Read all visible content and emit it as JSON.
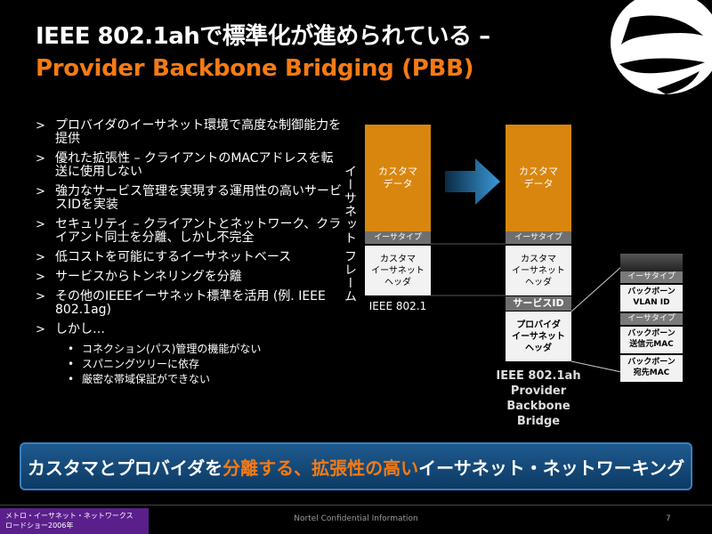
{
  "title": {
    "line1": "IEEE 802.1ahで標準化が進められている –",
    "line2": "Provider Backbone Bridging (PBB)"
  },
  "bullets": [
    {
      "marker": ">",
      "text": "プロバイダのイーサネット環境で高度な制御能力を提供"
    },
    {
      "marker": ">",
      "text": "優れた拡張性 – クライアントのMACアドレスを転送に使用しない"
    },
    {
      "marker": ">",
      "text": "強力なサービス管理を実現する運用性の高いサービスIDを実装"
    },
    {
      "marker": ">",
      "text": "セキュリティ – クライアントとネットワーク、クライアント同士を分離、しかし不完全"
    },
    {
      "marker": ">",
      "text": "低コストを可能にするイーサネットベース"
    },
    {
      "marker": ">",
      "text": "サービスからトンネリングを分離"
    },
    {
      "marker": ">",
      "text": "その他のIEEEイーサネット標準を活用 (例. IEEE 802.1ag)"
    },
    {
      "marker": ">",
      "text": "しかし…"
    }
  ],
  "sub_bullets": [
    {
      "marker": "•",
      "text": "コネクション(パス)管理の機能がない"
    },
    {
      "marker": "•",
      "text": "スパニングツリーに依存"
    },
    {
      "marker": "•",
      "text": "厳密な帯域保証ができない"
    }
  ],
  "diagram": {
    "vertical_label": "イーサネット フレーム",
    "left": {
      "customer_data": "カスタマ\nデータ",
      "ethertype": "イーサタイプ",
      "customer_header": "カスタマ\nイーサネット\nヘッダ",
      "caption": "IEEE 802.1"
    },
    "right": {
      "customer_data": "カスタマ\nデータ",
      "ethertype": "イーサタイプ",
      "customer_header": "カスタマ\nイーサネット\nヘッダ",
      "service_id": "サービスID",
      "provider_header": "プロバイダ\nイーサネット\nヘッダ",
      "caption": "IEEE 802.1ah\nProvider\nBackbone\nBridge"
    },
    "stack": [
      {
        "kind": "gray",
        "text": "イーサタイプ"
      },
      {
        "kind": "white",
        "text": "バックボーン\nVLAN ID"
      },
      {
        "kind": "gray",
        "text": "イーサタイプ"
      },
      {
        "kind": "white",
        "text": "バックボーン\n送信元MAC"
      },
      {
        "kind": "white",
        "text": "バックボーン\n宛先MAC"
      }
    ]
  },
  "banner": {
    "part1": "カスタマとプロバイダを",
    "part2": "分離する、拡張性の高い",
    "part3": "イーサネット・ネットワーキング"
  },
  "footer": {
    "left_line1": "メトロ・イーサネット・ネットワークス",
    "left_line2": "ロードショー2006年",
    "center": "Nortel Confidential Information",
    "page": "7"
  },
  "colors": {
    "accent_orange": "#f57b14",
    "frame_orange": "#d9860f",
    "banner_blue": "#1e5a8e",
    "footer_purple": "#5b1f8c"
  }
}
